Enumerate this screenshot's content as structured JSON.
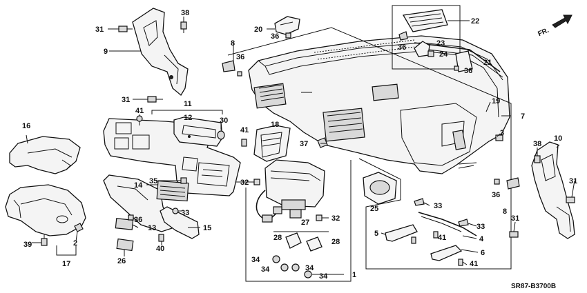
{
  "diagram_code": "SR87-B3700B",
  "direction_label": "FR.",
  "callouts": [
    {
      "id": "c1",
      "text": "1"
    },
    {
      "id": "c2",
      "text": "2"
    },
    {
      "id": "c3",
      "text": "3"
    },
    {
      "id": "c4",
      "text": "4"
    },
    {
      "id": "c5",
      "text": "5"
    },
    {
      "id": "c6",
      "text": "6"
    },
    {
      "id": "c7",
      "text": "7"
    },
    {
      "id": "c8a",
      "text": "8"
    },
    {
      "id": "c8b",
      "text": "8"
    },
    {
      "id": "c9",
      "text": "9"
    },
    {
      "id": "c10",
      "text": "10"
    },
    {
      "id": "c11",
      "text": "11"
    },
    {
      "id": "c12",
      "text": "12"
    },
    {
      "id": "c13",
      "text": "13"
    },
    {
      "id": "c14",
      "text": "14"
    },
    {
      "id": "c15",
      "text": "15"
    },
    {
      "id": "c16",
      "text": "16"
    },
    {
      "id": "c17",
      "text": "17"
    },
    {
      "id": "c18",
      "text": "18"
    },
    {
      "id": "c19",
      "text": "19"
    },
    {
      "id": "c20",
      "text": "20"
    },
    {
      "id": "c21",
      "text": "21"
    },
    {
      "id": "c22",
      "text": "22"
    },
    {
      "id": "c23",
      "text": "23"
    },
    {
      "id": "c24",
      "text": "24"
    },
    {
      "id": "c25",
      "text": "25"
    },
    {
      "id": "c26",
      "text": "26"
    },
    {
      "id": "c27",
      "text": "27"
    },
    {
      "id": "c28a",
      "text": "28"
    },
    {
      "id": "c28b",
      "text": "28"
    },
    {
      "id": "c30",
      "text": "30"
    },
    {
      "id": "c31a",
      "text": "31"
    },
    {
      "id": "c31b",
      "text": "31"
    },
    {
      "id": "c31c",
      "text": "31"
    },
    {
      "id": "c31d",
      "text": "31"
    },
    {
      "id": "c32a",
      "text": "32"
    },
    {
      "id": "c32b",
      "text": "32"
    },
    {
      "id": "c33a",
      "text": "33"
    },
    {
      "id": "c33b",
      "text": "33"
    },
    {
      "id": "c33c",
      "text": "33"
    },
    {
      "id": "c34a",
      "text": "34"
    },
    {
      "id": "c34b",
      "text": "34"
    },
    {
      "id": "c34c",
      "text": "34"
    },
    {
      "id": "c34d",
      "text": "34"
    },
    {
      "id": "c35",
      "text": "35"
    },
    {
      "id": "c36a",
      "text": "36"
    },
    {
      "id": "c36b",
      "text": "36"
    },
    {
      "id": "c36c",
      "text": "36"
    },
    {
      "id": "c36d",
      "text": "36"
    },
    {
      "id": "c36e",
      "text": "36"
    },
    {
      "id": "c36f",
      "text": "36"
    },
    {
      "id": "c37",
      "text": "37"
    },
    {
      "id": "c38a",
      "text": "38"
    },
    {
      "id": "c38b",
      "text": "38"
    },
    {
      "id": "c39",
      "text": "39"
    },
    {
      "id": "c40",
      "text": "40"
    },
    {
      "id": "c41a",
      "text": "41"
    },
    {
      "id": "c41b",
      "text": "41"
    },
    {
      "id": "c41c",
      "text": "41"
    },
    {
      "id": "c41d",
      "text": "41"
    }
  ]
}
